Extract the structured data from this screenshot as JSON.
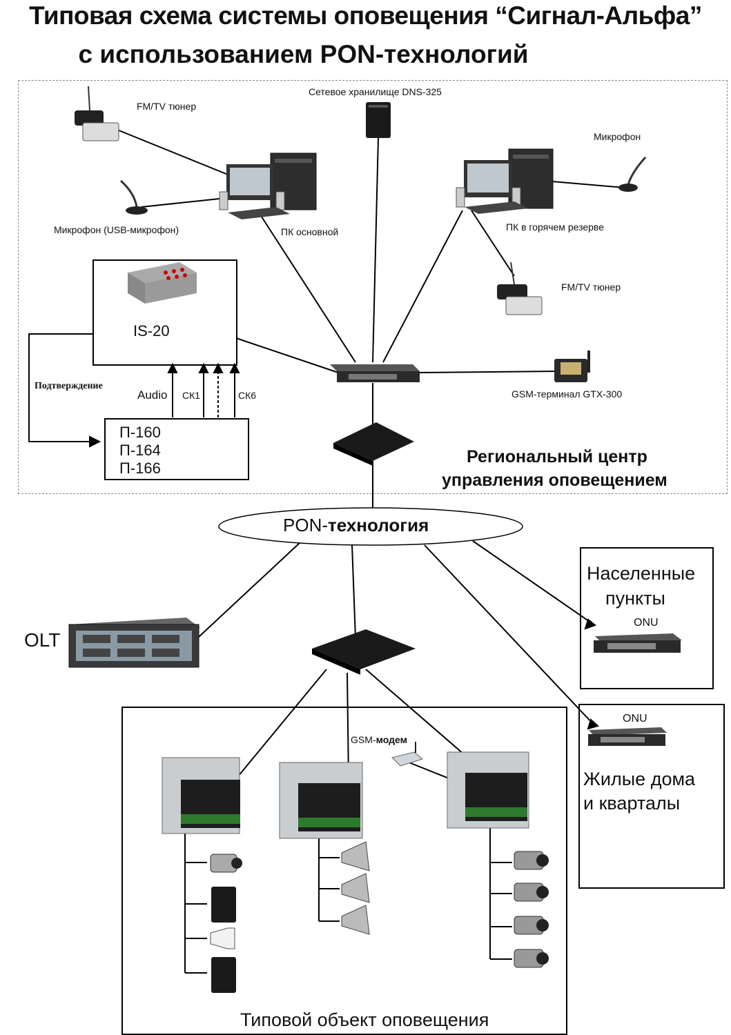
{
  "title": {
    "line1": "Типовая схема системы оповещения “Сигнал-Альфа”",
    "line2": "с использованием PON-технологий"
  },
  "regional": {
    "fm_tuner_1": "FM/TV тюнер",
    "nas": "Сетевое хранилище DNS-325",
    "microphone_right": "Микрофон",
    "microphone_usb": "Микрофон (USB-микрофон)",
    "pc_main": "ПК основной",
    "pc_reserve": "ПК в горячем резерве",
    "fm_tuner_2": "FM/TV тюнер",
    "is20": "IS-20",
    "confirm": "Подтверждение",
    "audio": "Audio",
    "sk1": "СК1",
    "sk6": "СК6",
    "p_models": [
      "П-160",
      "П-164",
      "П-166"
    ],
    "gsm_terminal": "GSM-терминал GTX-300",
    "center_line1": "Региональный центр",
    "center_line2": "управления оповещением"
  },
  "pon": {
    "prefix": "PON-",
    "suffix": "технология"
  },
  "olt": "OLT",
  "settlements": {
    "line1": "Населенные",
    "line2": "пункты",
    "onu": "ONU"
  },
  "houses": {
    "onu": "ONU",
    "line1": "Жилые дома",
    "line2": "и кварталы"
  },
  "object": {
    "gsm_prefix": "GSM-",
    "gsm_suffix": "модем",
    "footer": "Типовой объект оповещения"
  }
}
